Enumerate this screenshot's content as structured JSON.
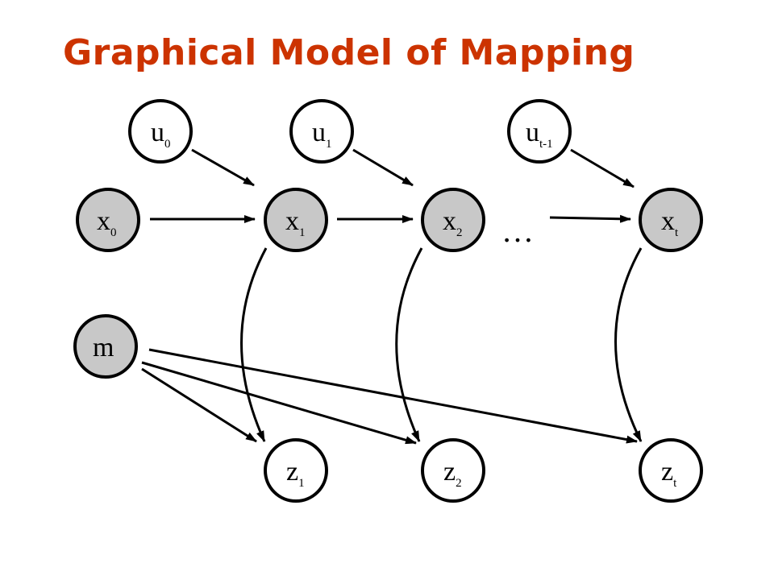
{
  "title": "Graphical Model of Mapping",
  "colors": {
    "title": "#cc3300",
    "observed_fill": "#c8c8c8",
    "hidden_fill": "#ffffff",
    "stroke": "#000000"
  },
  "ellipsis": "…",
  "nodes": {
    "u0": {
      "main": "u",
      "sub": "0",
      "fill": "hidden"
    },
    "u1": {
      "main": "u",
      "sub": "1",
      "fill": "hidden"
    },
    "ut1": {
      "main": "u",
      "sub": "t-1",
      "fill": "hidden"
    },
    "x0": {
      "main": "x",
      "sub": "0",
      "fill": "observed"
    },
    "x1": {
      "main": "x",
      "sub": "1",
      "fill": "observed"
    },
    "x2": {
      "main": "x",
      "sub": "2",
      "fill": "observed"
    },
    "xt": {
      "main": "x",
      "sub": "t",
      "fill": "observed"
    },
    "m": {
      "main": "m",
      "sub": "",
      "fill": "observed"
    },
    "z1": {
      "main": "z",
      "sub": "1",
      "fill": "hidden"
    },
    "z2": {
      "main": "z",
      "sub": "2",
      "fill": "hidden"
    },
    "zt": {
      "main": "z",
      "sub": "t",
      "fill": "hidden"
    }
  }
}
